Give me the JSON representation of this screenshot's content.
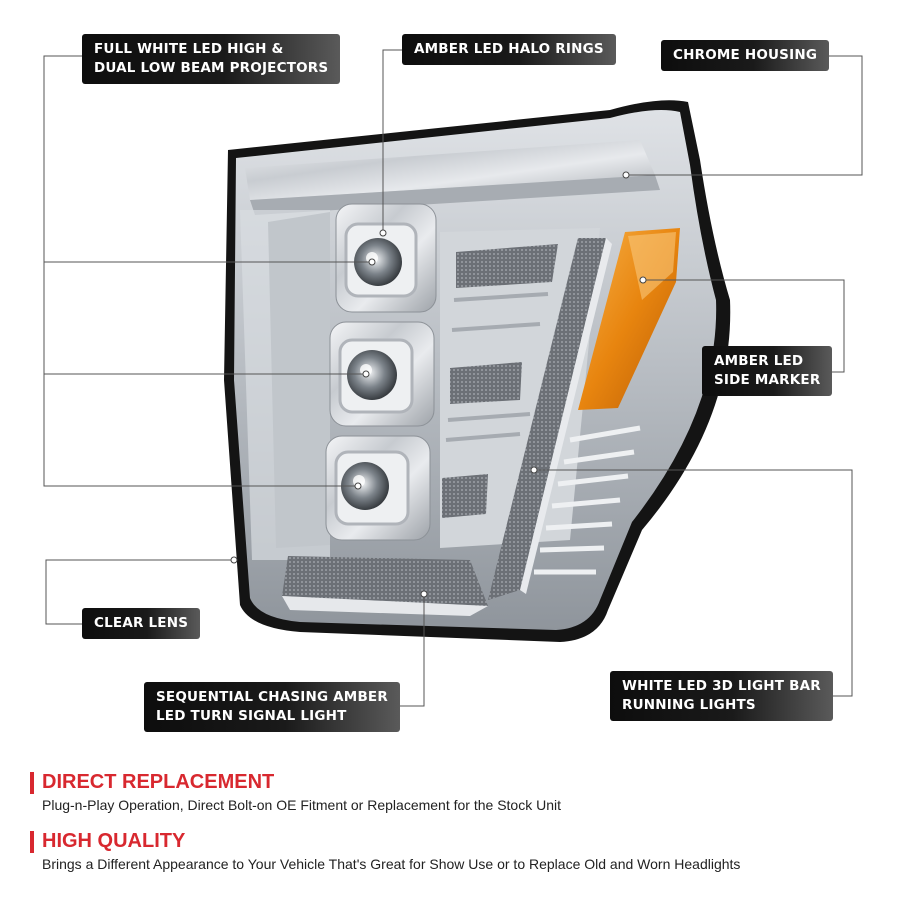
{
  "callouts": {
    "projectors": [
      "FULL WHITE LED HIGH &",
      "DUAL LOW BEAM PROJECTORS"
    ],
    "halo": [
      "AMBER LED HALO RINGS"
    ],
    "chrome": [
      "CHROME HOUSING"
    ],
    "side_marker": [
      "AMBER LED",
      "SIDE MARKER"
    ],
    "clear_lens": [
      "CLEAR LENS"
    ],
    "turn_signal": [
      "SEQUENTIAL CHASING AMBER",
      "LED TURN SIGNAL LIGHT"
    ],
    "light_bar": [
      "WHITE LED 3D LIGHT BAR",
      "RUNNING LIGHTS"
    ]
  },
  "features": [
    {
      "title": "DIRECT REPLACEMENT",
      "text": "Plug-n-Play Operation, Direct Bolt-on OE Fitment or Replacement for the Stock Unit"
    },
    {
      "title": "HIGH QUALITY",
      "text": "Brings a Different Appearance to Your Vehicle That's Great for Show Use or to Replace Old and Worn Headlights"
    }
  ],
  "colors": {
    "accent": "#d8282f",
    "amber": "#f08a12",
    "callout_bg": "#111111",
    "chrome": "#c9cdd2"
  }
}
